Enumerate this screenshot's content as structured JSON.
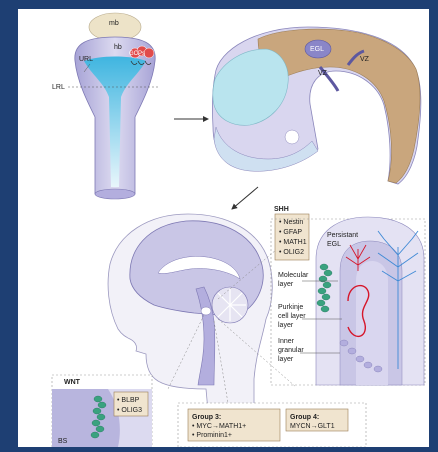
{
  "colors": {
    "frame": "#1e3f73",
    "panel": "#ffffff",
    "hindbrain": "#c9c6e6",
    "midbrain": "#ede3c8",
    "ventricle": "#3fb5e0",
    "gcp": "#e14b4b",
    "cerebellum_brown": "#c9a67d",
    "cyan_region": "#b9e4ee",
    "purkinje": "#d6162a",
    "granule": "#3aa27f",
    "legend_box": "#f0e4cf"
  },
  "top_left": {
    "mb": "mb",
    "hb": "hb",
    "gcps": "GCPs",
    "url": "URL",
    "lrl": "LRL"
  },
  "top_right": {
    "egl": "EGL",
    "vz_left": "VZ",
    "vz_right": "VZ"
  },
  "shh": {
    "title": "SHH",
    "markers": [
      "• Nestin",
      "• GFAP",
      "• MATH1",
      "• OLIG2"
    ],
    "persistent_egl_line1": "Persistant",
    "persistent_egl_line2": "EGL",
    "molecular_line1": "Molecular",
    "molecular_line2": "layer",
    "purkinje_line1": "Purkinje",
    "purkinje_line2": "cell layer",
    "inner_line1": "Inner",
    "inner_line2": "granular",
    "inner_line3": "layer"
  },
  "wnt": {
    "title": "WNT",
    "markers": [
      "• BLBP",
      "• OLIG3"
    ],
    "bs": "BS"
  },
  "group3": {
    "title": "Group 3:",
    "line1": "• MYC→MATH1+",
    "line2": "• Prominin1+"
  },
  "group4": {
    "title": "Group 4:",
    "line1": "MYCN→GLT1"
  }
}
